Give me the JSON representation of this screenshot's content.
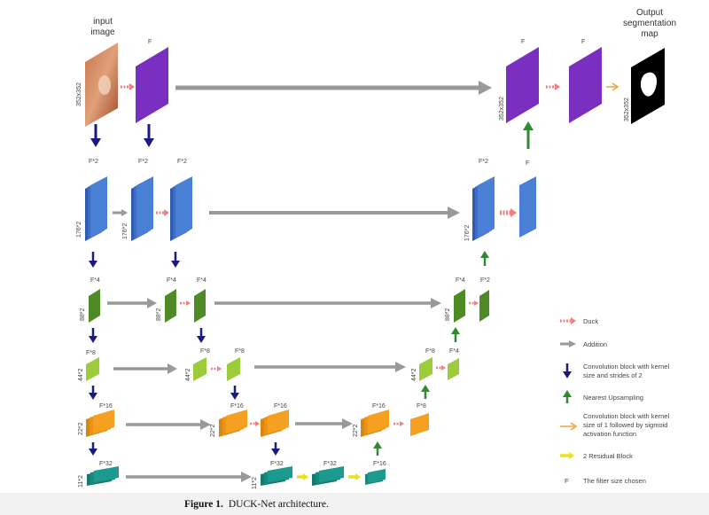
{
  "labels": {
    "input_image": [
      "input",
      "image"
    ],
    "output_map": [
      "Output",
      "segmentation",
      "map"
    ],
    "F": "F",
    "F2": "F*2",
    "F4": "F*4",
    "F8": "F*8",
    "F16": "F*16",
    "F32": "F*32",
    "s352": "352x352",
    "s176": "176*2",
    "s88": "88*2",
    "s44": "44*2",
    "s22": "22*2",
    "s11": "11*2"
  },
  "legend": [
    {
      "icon": "duck-arrow-icon",
      "color": "#f08080",
      "lines": [
        "Duck"
      ]
    },
    {
      "icon": "addition-arrow-icon",
      "color": "#999999",
      "lines": [
        "Addition"
      ]
    },
    {
      "icon": "down-arrow-icon",
      "color": "#1a1a80",
      "lines": [
        "Convolution block with kernel",
        "size and strides of 2"
      ]
    },
    {
      "icon": "up-arrow-icon",
      "color": "#2e8b2e",
      "lines": [
        "Nearest Upsampling"
      ]
    },
    {
      "icon": "orange-arrow-icon",
      "color": "#f0a040",
      "lines": [
        "Convolution block with kernel",
        "size  of 1 followed by sigmoid",
        "activation function"
      ]
    },
    {
      "icon": "residual-arrow-icon",
      "color": "#e8e020",
      "lines": [
        "2 Residual Block"
      ]
    },
    {
      "icon": "filter-letter-icon",
      "color": "#333333",
      "lines": [
        "The filter size chosen"
      ],
      "letter": "F"
    }
  ],
  "caption": {
    "label": "Figure 1.",
    "text": "DUCK-Net architecture."
  },
  "colors": {
    "purple": "#7b2fc0",
    "blue": "#4a7fd6",
    "green": "#4e8a25",
    "lime": "#9ccc3a",
    "orange": "#f5a020",
    "teal": "#1c9a8e",
    "navy": "#1a1a80",
    "dark_green": "#2e8b2e",
    "gray": "#999999",
    "salmon": "#f08080"
  }
}
